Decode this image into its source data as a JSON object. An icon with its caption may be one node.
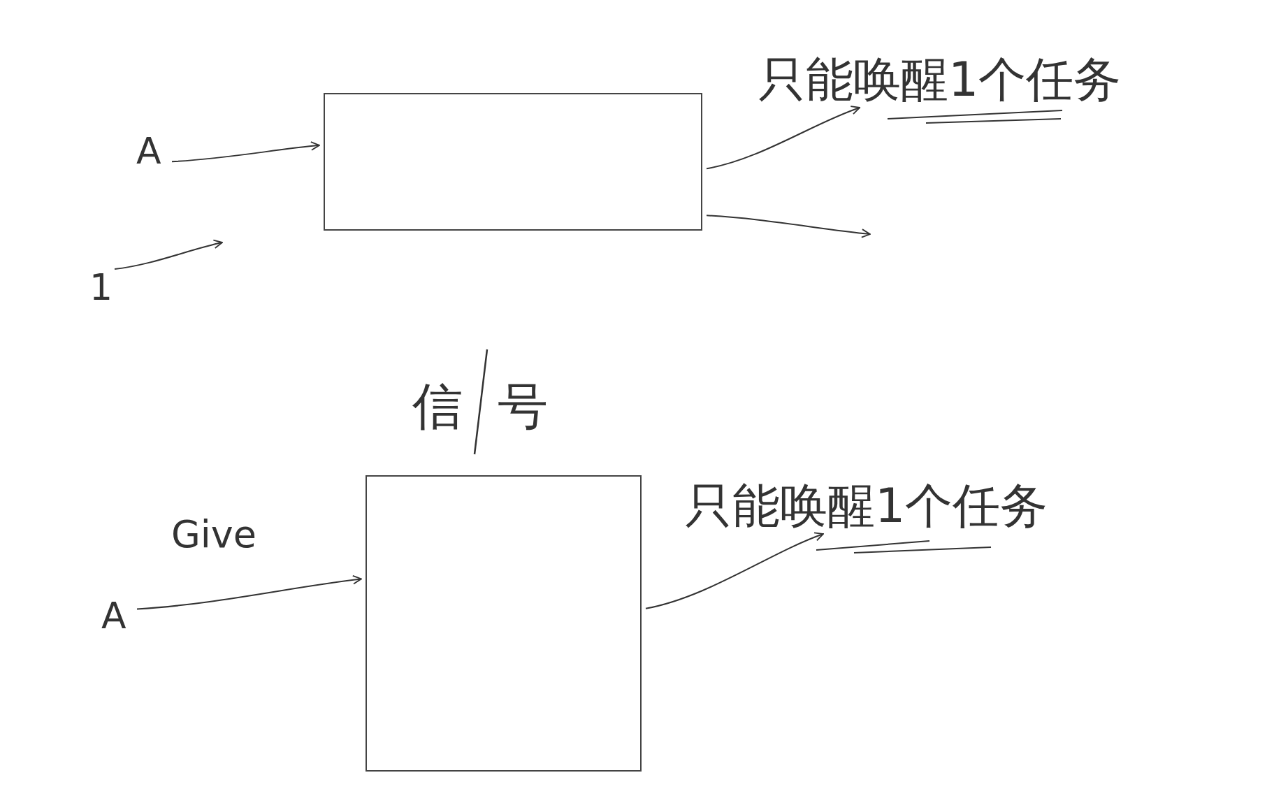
{
  "diagram": {
    "nodes": [
      {
        "text": [
          "A"
        ]
      },
      {
        "text": [
          "1"
        ]
      },
      {
        "text": [],
        "shape": "box"
      },
      {
        "text": [
          "只能唤醒1个任务"
        ]
      },
      {
        "text": [
          "A"
        ]
      },
      {
        "text": [],
        "shape": "box"
      },
      {
        "text": [
          "只能唤醒1个任务"
        ]
      }
    ],
    "edges": [
      {
        "from": 0,
        "to": 2,
        "arrow": "to"
      },
      {
        "from": 1,
        "to": null,
        "arrow": "to"
      },
      {
        "from": 2,
        "to": 3,
        "arrow": "to"
      },
      {
        "from": 2,
        "to": null,
        "arrow": "to"
      },
      {
        "from": 4,
        "to": 5,
        "label": "Give",
        "arrow": "to"
      },
      {
        "from": 5,
        "to": 6,
        "arrow": "to"
      }
    ],
    "labels": [
      "信号"
    ]
  }
}
